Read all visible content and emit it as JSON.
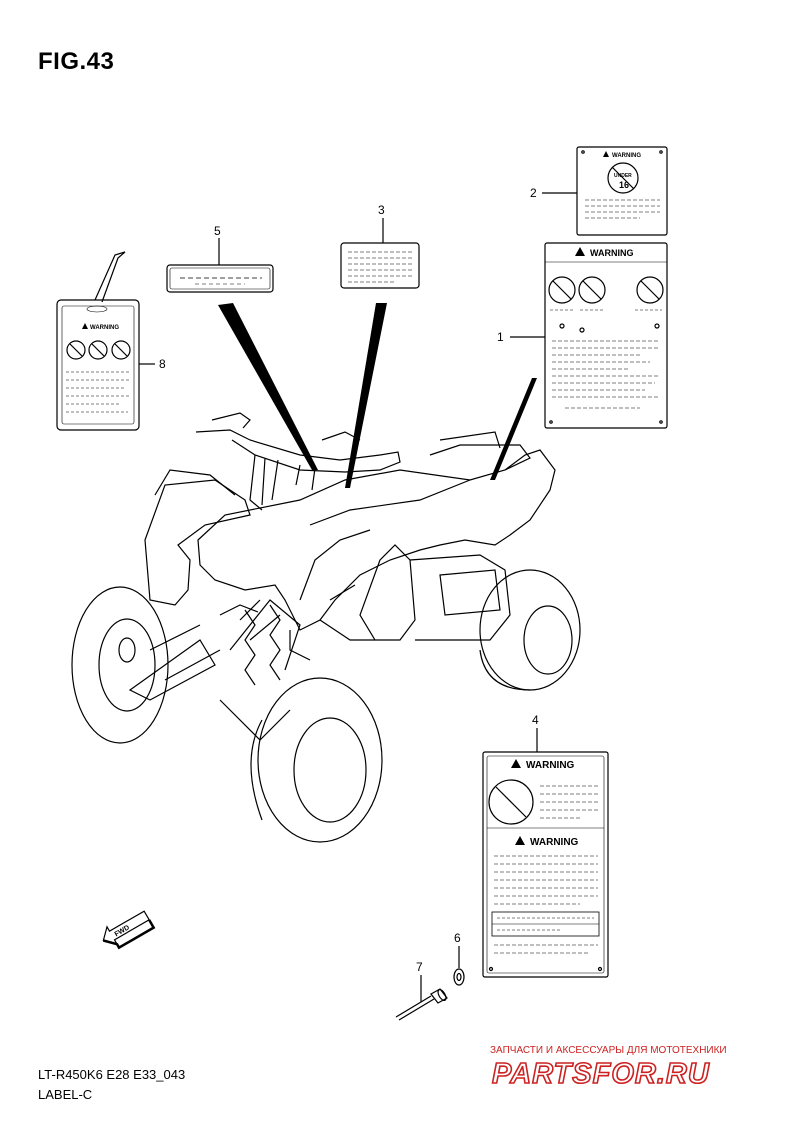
{
  "figure": {
    "title": "FIG.43",
    "model_code": "LT-R450K6 E28 E33_043",
    "section": "LABEL-C"
  },
  "callouts": [
    "1",
    "2",
    "3",
    "4",
    "5",
    "6",
    "7",
    "8"
  ],
  "labels": {
    "warning_text": "WARNING",
    "under_16": "UNDER",
    "age_16": "16",
    "fwd": "FWD"
  },
  "watermark": {
    "tagline": "ЗАПЧАСТИ И АКСЕССУАРЫ ДЛЯ МОТОТЕХНИКИ",
    "logo": "PARTSFOR.RU",
    "color": "#cc2222"
  }
}
